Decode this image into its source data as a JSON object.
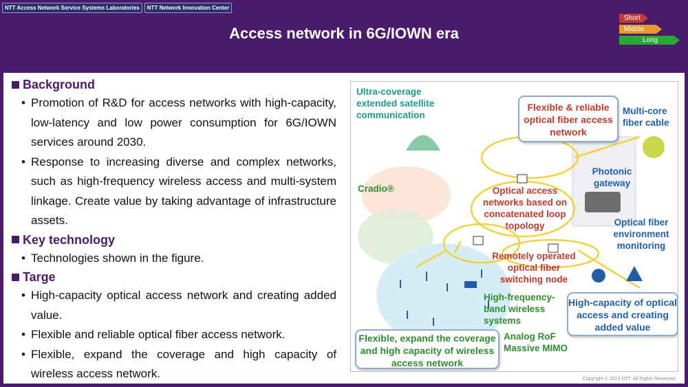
{
  "header": {
    "tags": [
      "NTT Access Network Service Systems Laboratories",
      "NTT Network Innovation Center"
    ],
    "title": "Access network in 6G/IOWN era"
  },
  "legend": [
    {
      "label": "Short",
      "color": "#c0393b"
    },
    {
      "label": "Middle",
      "color": "#e69a2e"
    },
    {
      "label": "Long",
      "color": "#2aa836"
    }
  ],
  "sections": [
    {
      "heading": "Background",
      "bullets": [
        "Promotion of R&D for access networks with high-capacity, low-latency and low power consumption for 6G/IOWN services around 2030.",
        "Response to increasing diverse and complex networks, such as high-frequency wireless access and multi-system linkage. Create value by taking advantage of infrastructure assets."
      ]
    },
    {
      "heading": "Key technology",
      "bullets": [
        "Technologies shown in the figure."
      ]
    },
    {
      "heading": "Targe",
      "bullets": [
        "High-capacity optical access network and creating added value.",
        "Flexible and reliable optical fiber access network.",
        "Flexible, expand the coverage and high capacity of wireless access network."
      ]
    }
  ],
  "figure": {
    "satellite": "Ultra-coverage extended satellite communication",
    "flexible_fiber": "Flexible & reliable optical fiber access network",
    "multicore": "Multi-core fiber cable",
    "photonic": "Photonic gateway",
    "cradio": "Cradio®",
    "loop": "Optical access networks based on concatenated loop topology",
    "env": "Optical fiber environment monitoring",
    "switching": "Remotely operated optical fiber switching node",
    "highcap": "High-capacity of optical access and creating added value",
    "hf": "High-frequency-band wireless systems",
    "analog": "Analog RoF Massive MIMO",
    "expand": "Flexible, expand the coverage and high capacity of wireless access network"
  },
  "colors": {
    "purple": "#4a1a6b",
    "teal": "#1a9a8a",
    "red": "#c0392b",
    "blue": "#1f5fa8",
    "green": "#2e8b2e"
  },
  "copyright": "Copyright © 2023 NTT. All Rights Reserved."
}
